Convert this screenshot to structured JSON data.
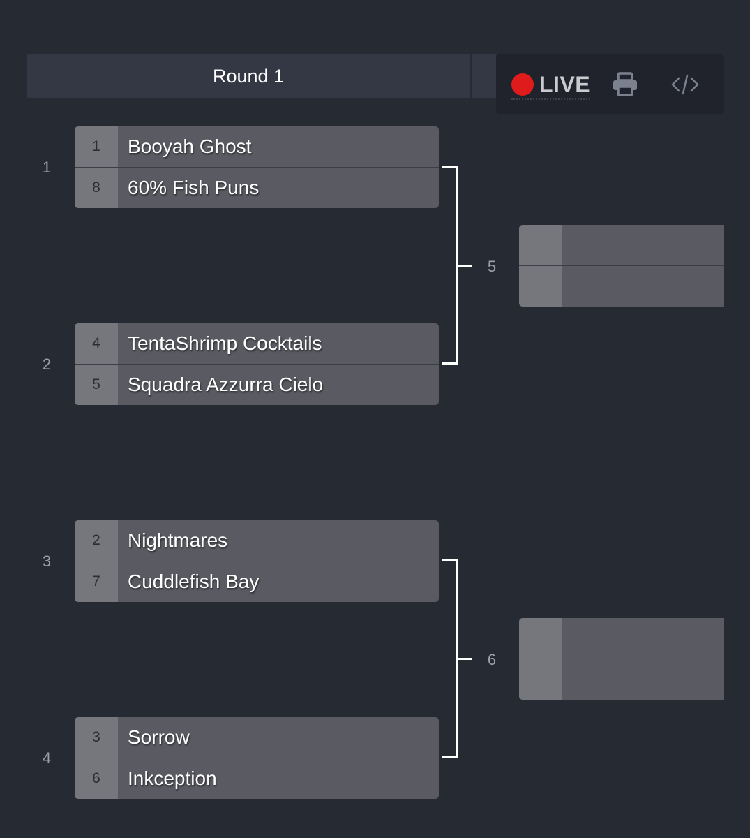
{
  "round1": {
    "title": "Round 1"
  },
  "toolbar": {
    "live_label": "LIVE"
  },
  "colors": {
    "background": "#262a33",
    "header": "#343845",
    "slot": "#5a5b62",
    "seed": "#76777d",
    "live_dot": "#e01b1b"
  },
  "matches": [
    {
      "number": "1",
      "teams": [
        {
          "seed": "1",
          "name": "Booyah Ghost"
        },
        {
          "seed": "8",
          "name": "60% Fish Puns"
        }
      ]
    },
    {
      "number": "2",
      "teams": [
        {
          "seed": "4",
          "name": "TentaShrimp Cocktails"
        },
        {
          "seed": "5",
          "name": "Squadra Azzurra Cielo"
        }
      ]
    },
    {
      "number": "3",
      "teams": [
        {
          "seed": "2",
          "name": "Nightmares"
        },
        {
          "seed": "7",
          "name": "Cuddlefish Bay"
        }
      ]
    },
    {
      "number": "4",
      "teams": [
        {
          "seed": "3",
          "name": "Sorrow"
        },
        {
          "seed": "6",
          "name": "Inkception"
        }
      ]
    }
  ],
  "round2_matches": [
    {
      "number": "5"
    },
    {
      "number": "6"
    }
  ]
}
